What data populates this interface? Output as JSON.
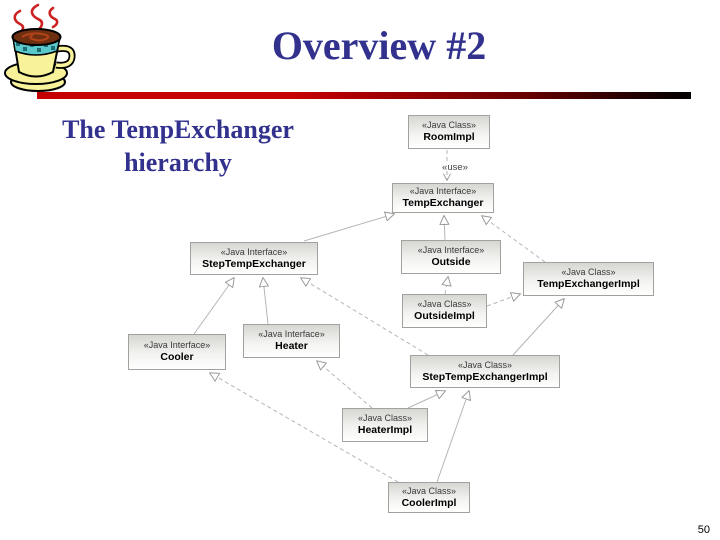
{
  "slide": {
    "title": "Overview #2",
    "subtitle_line1": "The TempExchanger",
    "subtitle_line2": "hierarchy",
    "page_number": "50"
  },
  "colors": {
    "title_text": "#32328e",
    "divider_red": "#c40000",
    "divider_black": "#000000",
    "box_border": "#a1a19d",
    "box_gradient_top": "#d6d6d2",
    "edge_line": "#b5b5b5"
  },
  "diagram": {
    "use_label": "«use»",
    "nodes": [
      {
        "id": "room-impl",
        "stereotype": "«Java Class»",
        "name": "RoomImpl"
      },
      {
        "id": "temp-exchanger",
        "stereotype": "«Java Interface»",
        "name": "TempExchanger"
      },
      {
        "id": "step-temp-exchanger",
        "stereotype": "«Java Interface»",
        "name": "StepTempExchanger"
      },
      {
        "id": "outside",
        "stereotype": "«Java Interface»",
        "name": "Outside"
      },
      {
        "id": "temp-exchanger-impl",
        "stereotype": "«Java Class»",
        "name": "TempExchangerImpl"
      },
      {
        "id": "outside-impl",
        "stereotype": "«Java Class»",
        "name": "OutsideImpl"
      },
      {
        "id": "cooler",
        "stereotype": "«Java Interface»",
        "name": "Cooler"
      },
      {
        "id": "heater",
        "stereotype": "«Java Interface»",
        "name": "Heater"
      },
      {
        "id": "step-temp-exchanger-impl",
        "stereotype": "«Java Class»",
        "name": "StepTempExchangerImpl"
      },
      {
        "id": "heater-impl",
        "stereotype": "«Java Class»",
        "name": "HeaterImpl"
      },
      {
        "id": "cooler-impl",
        "stereotype": "«Java Class»",
        "name": "CoolerImpl"
      }
    ],
    "edges": [
      {
        "from": "RoomImpl",
        "to": "TempExchanger",
        "kind": "use-dependency"
      },
      {
        "from": "StepTempExchanger",
        "to": "TempExchanger",
        "kind": "extends"
      },
      {
        "from": "Outside",
        "to": "TempExchanger",
        "kind": "extends"
      },
      {
        "from": "TempExchangerImpl",
        "to": "TempExchanger",
        "kind": "implements"
      },
      {
        "from": "OutsideImpl",
        "to": "Outside",
        "kind": "implements"
      },
      {
        "from": "OutsideImpl",
        "to": "TempExchangerImpl",
        "kind": "extends"
      },
      {
        "from": "StepTempExchangerImpl",
        "to": "TempExchangerImpl",
        "kind": "extends"
      },
      {
        "from": "StepTempExchangerImpl",
        "to": "StepTempExchanger",
        "kind": "implements"
      },
      {
        "from": "Cooler",
        "to": "StepTempExchanger",
        "kind": "extends"
      },
      {
        "from": "Heater",
        "to": "StepTempExchanger",
        "kind": "extends"
      },
      {
        "from": "HeaterImpl",
        "to": "Heater",
        "kind": "implements"
      },
      {
        "from": "HeaterImpl",
        "to": "StepTempExchangerImpl",
        "kind": "extends"
      },
      {
        "from": "CoolerImpl",
        "to": "Cooler",
        "kind": "implements"
      },
      {
        "from": "CoolerImpl",
        "to": "StepTempExchangerImpl",
        "kind": "extends"
      }
    ]
  }
}
